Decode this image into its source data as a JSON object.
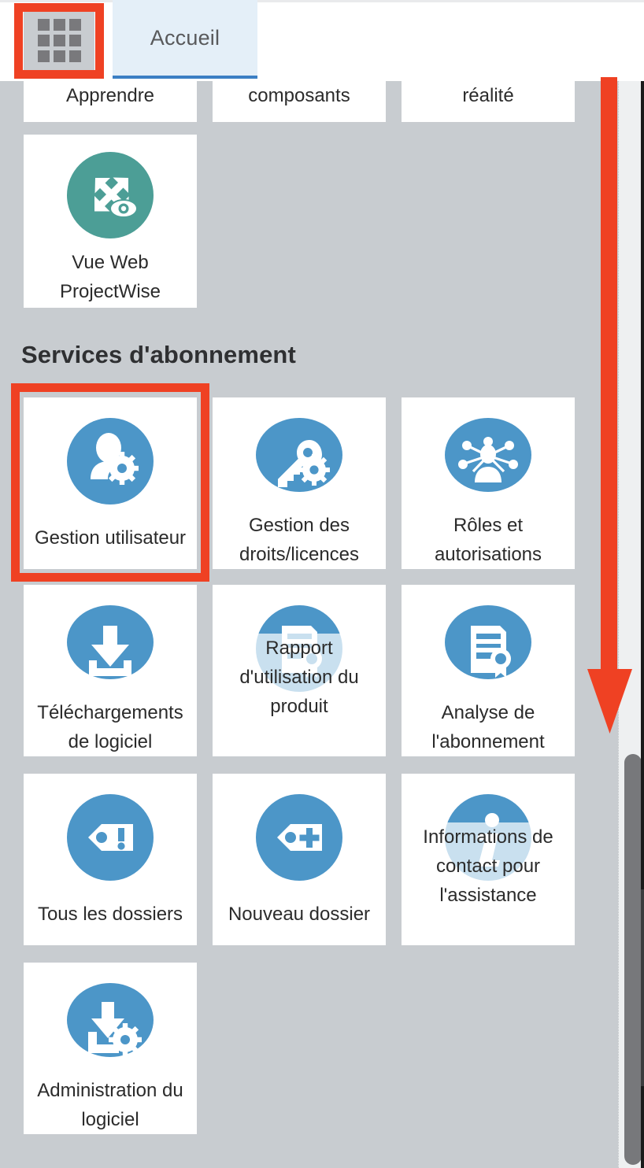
{
  "window": {
    "background": "#c8ccd0",
    "accent_blue": "#4c96c8",
    "accent_teal": "#4c9e96",
    "annotation_red": "#ef4123"
  },
  "tabbar": {
    "apps_button": {
      "icon": "app-grid-icon",
      "label": ""
    },
    "tabs": [
      {
        "label": "Accueil",
        "active": true
      }
    ]
  },
  "clipped_top_row": [
    {
      "label": "Apprendre"
    },
    {
      "label": "composants"
    },
    {
      "label": "réalité"
    }
  ],
  "projectwise_tile": {
    "label": "Vue Web ProjectWise",
    "label_line1": "Vue Web",
    "label_line2": "ProjectWise",
    "icon": "projectwise-vue-icon",
    "icon_color": "#4c9e96"
  },
  "section": {
    "title": "Services d'abonnement"
  },
  "tiles": [
    {
      "id": "gestion-utilisateur",
      "label": "Gestion utilisateur",
      "icon": "user-gear-icon",
      "highlighted": true,
      "overlap": false
    },
    {
      "id": "gestion-droits",
      "label": "Gestion des droits/licences",
      "icon": "key-gear-icon",
      "highlighted": false,
      "overlap": false
    },
    {
      "id": "roles-autorisations",
      "label": "Rôles et autorisations",
      "icon": "user-network-icon",
      "highlighted": false,
      "overlap": false
    },
    {
      "id": "telechargements",
      "label": "Téléchargements de logiciel",
      "icon": "download-icon",
      "highlighted": false,
      "overlap": false
    },
    {
      "id": "rapport-utilisation",
      "label": "Rapport d'utilisation du produit",
      "icon": "certificate-icon",
      "highlighted": false,
      "overlap": true
    },
    {
      "id": "analyse-abonnement",
      "label": "Analyse de l'abonnement",
      "icon": "certificate-icon",
      "highlighted": false,
      "overlap": false
    },
    {
      "id": "tous-les-dossiers",
      "label": "Tous les dossiers",
      "icon": "tag-alert-icon",
      "highlighted": false,
      "overlap": false
    },
    {
      "id": "nouveau-dossier",
      "label": "Nouveau dossier",
      "icon": "tag-plus-icon",
      "highlighted": false,
      "overlap": false
    },
    {
      "id": "informations-contact",
      "label": "Informations de contact pour l'assistance",
      "icon": "info-icon",
      "highlighted": false,
      "overlap": true
    },
    {
      "id": "administration",
      "label": "Administration du logiciel",
      "icon": "download-gear-icon",
      "highlighted": false,
      "overlap": false
    }
  ],
  "annotations": {
    "apps_button_box": true,
    "gestion_utilisateur_box": true,
    "scroll_down_arrow": true
  },
  "scrollbar": {
    "orientation": "vertical",
    "thumb_visible": true
  }
}
